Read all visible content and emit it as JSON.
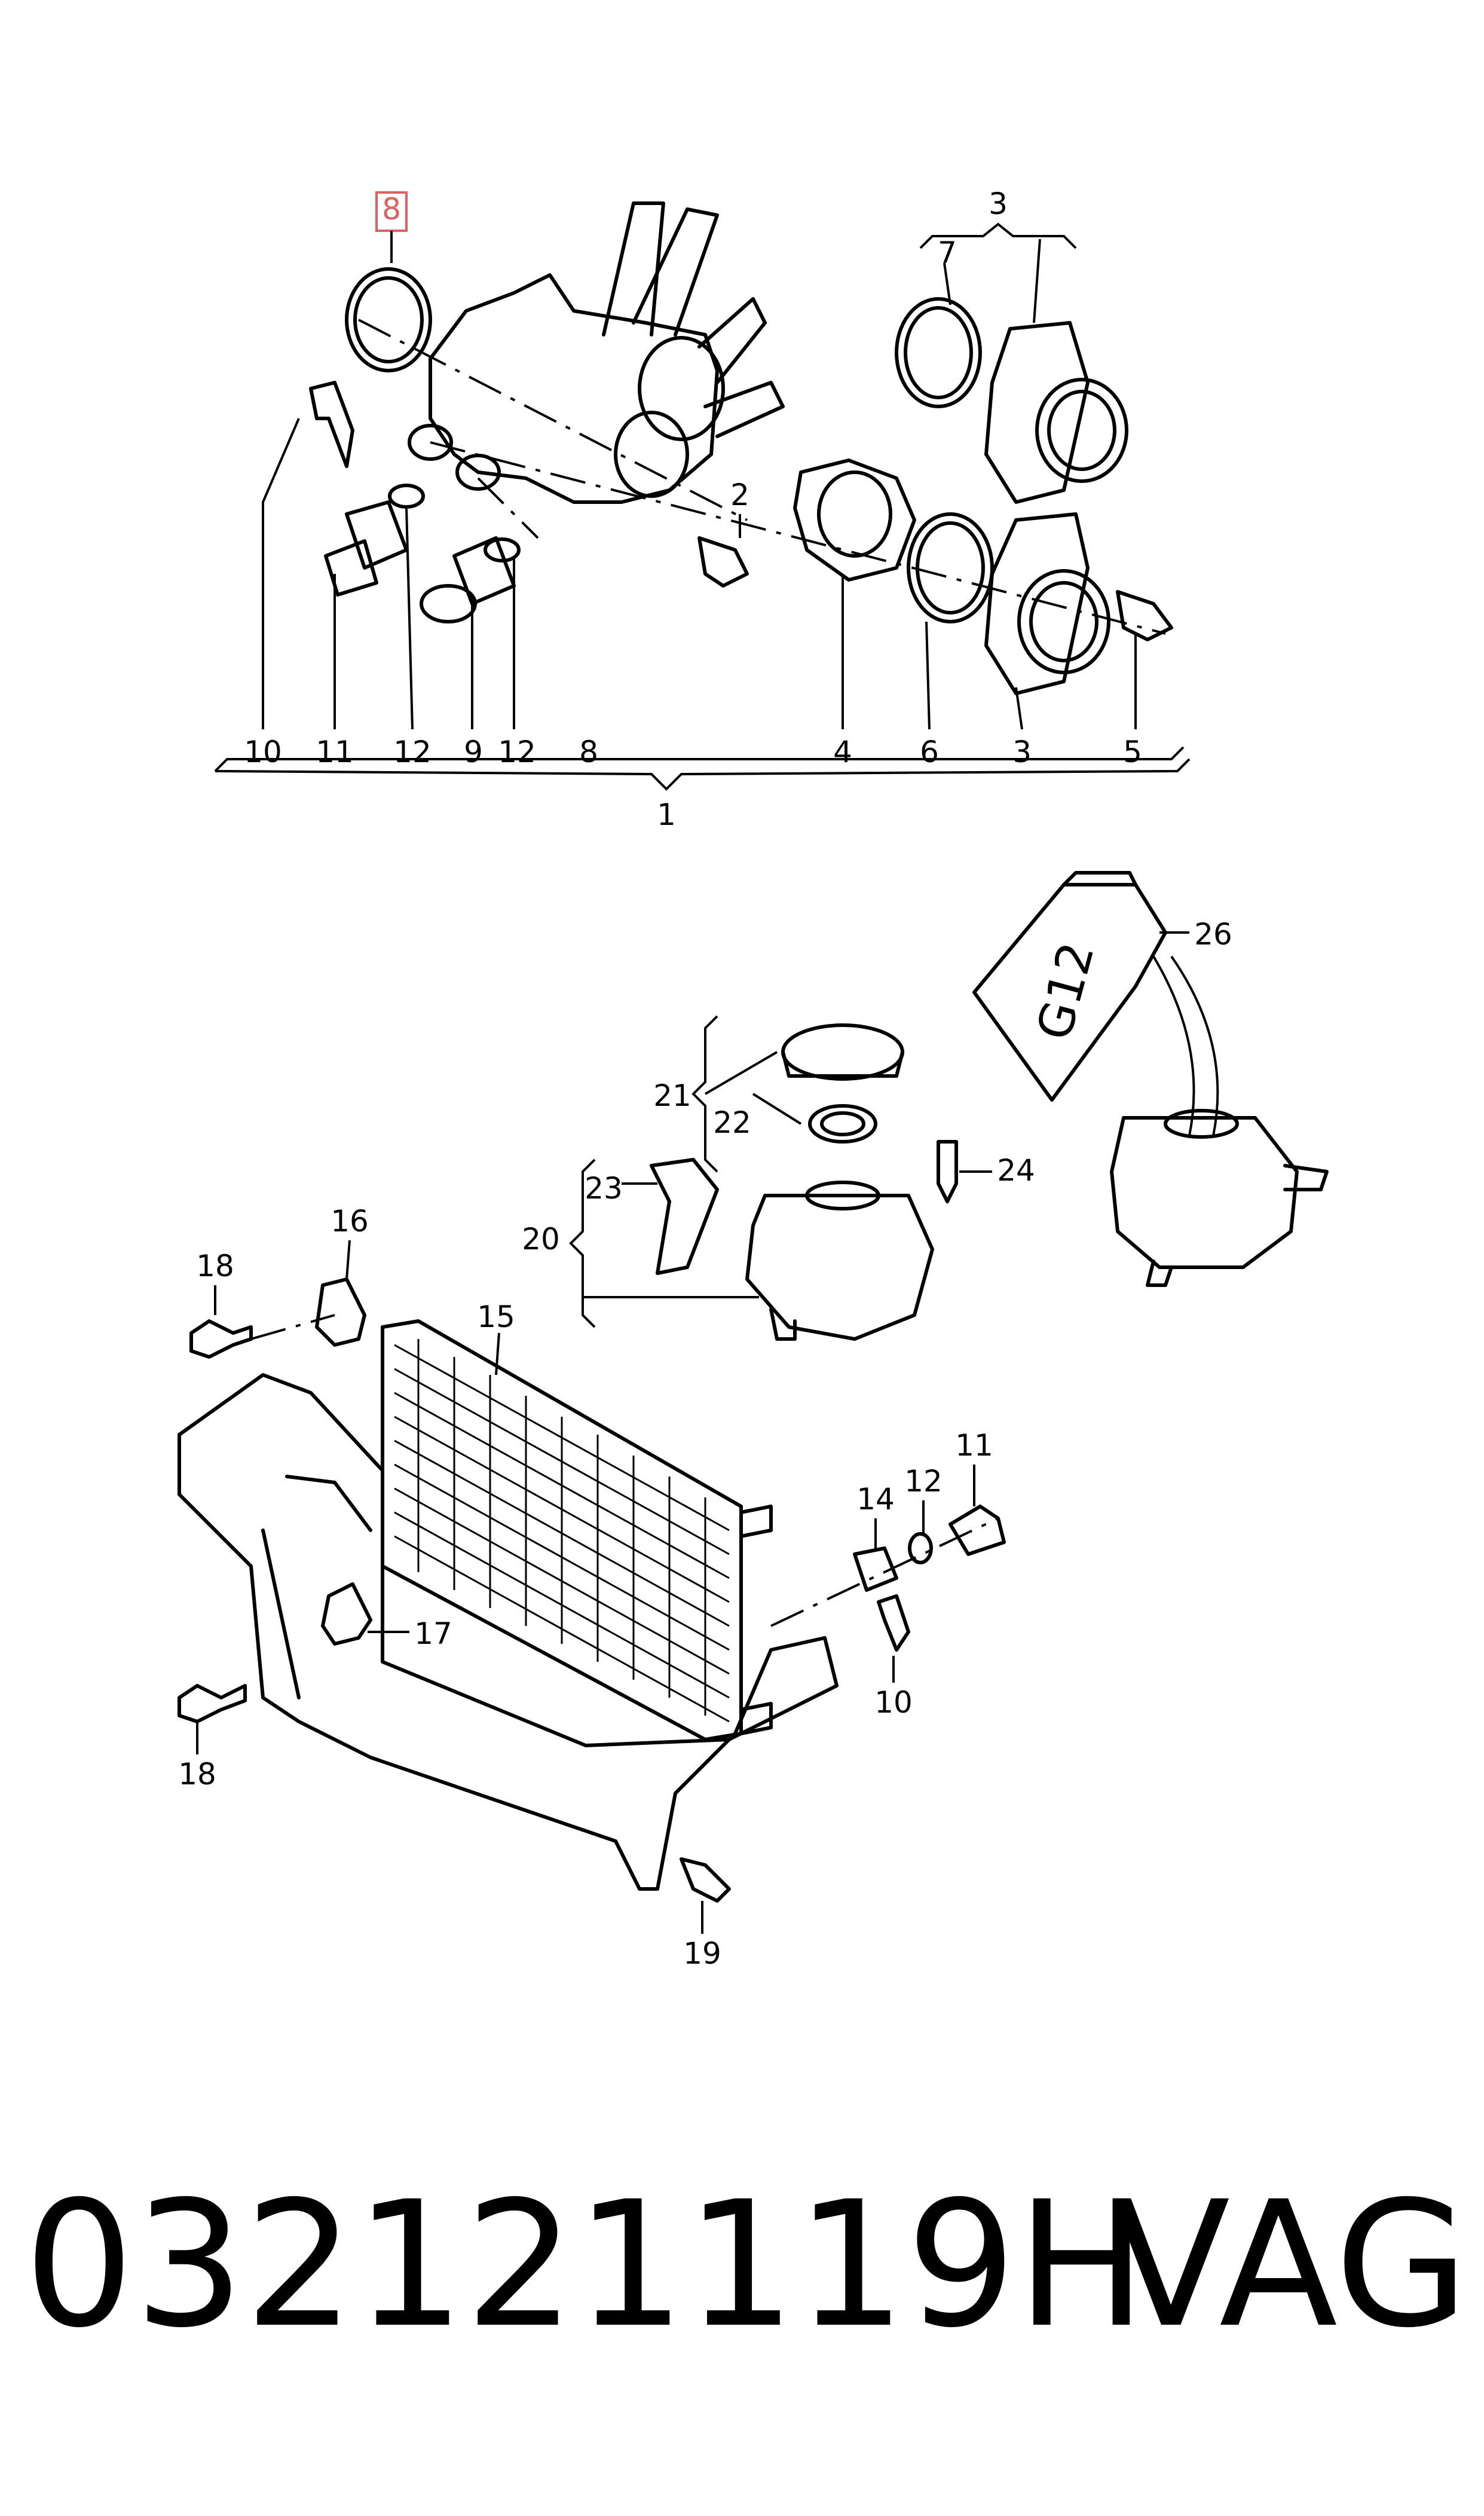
{
  "callouts": {
    "c1": "1",
    "c2": "2",
    "c3_top": "3",
    "c3_bottom": "3",
    "c4": "4",
    "c5": "5",
    "c6": "6",
    "c7": "7",
    "c8_highlight": "8",
    "c8_bottom": "8",
    "c9": "9",
    "c10_top": "10",
    "c10_bottom": "10",
    "c11_top": "11",
    "c11_bottom": "11",
    "c12_a": "12",
    "c12_b": "12",
    "c12_c": "12",
    "c14": "14",
    "c15": "15",
    "c16": "16",
    "c17": "17",
    "c18_top": "18",
    "c18_bottom": "18",
    "c19": "19",
    "c20": "20",
    "c21": "21",
    "c22": "22",
    "c23": "23",
    "c24": "24",
    "c26": "26"
  },
  "coolant_label": "G12",
  "highlight_color": "#e06060",
  "footer": {
    "part_number": "032121119H",
    "brand": "VAG"
  }
}
